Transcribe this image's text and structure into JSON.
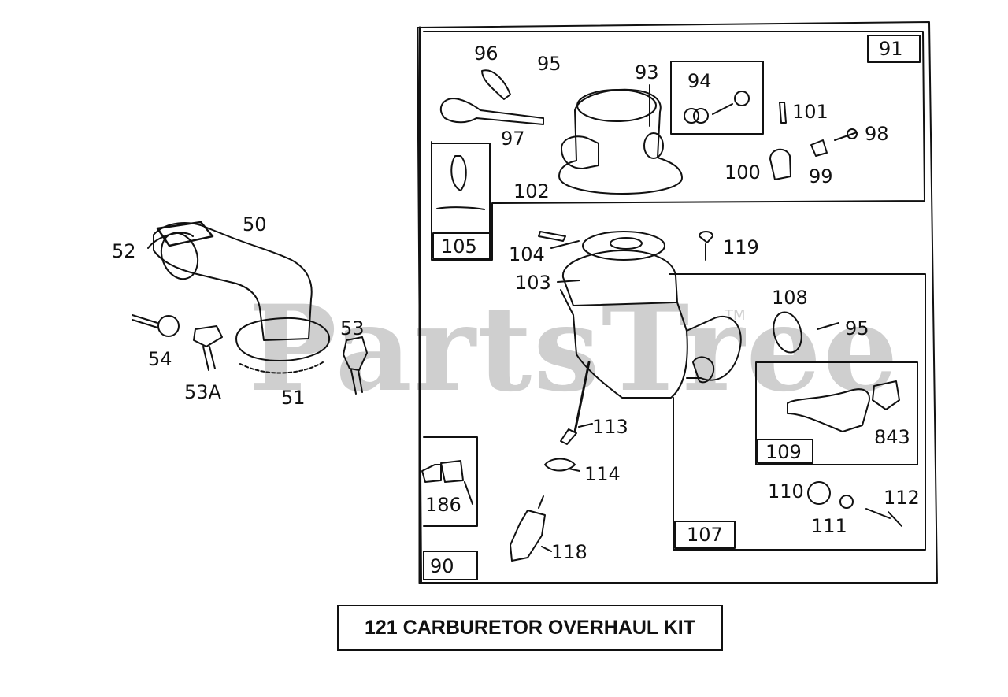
{
  "watermark": {
    "text": "PartsTree",
    "trademark": "TM"
  },
  "kit_title": "121 CARBURETOR OVERHAUL KIT",
  "callouts": {
    "c50": "50",
    "c51": "51",
    "c52": "52",
    "c53": "53",
    "c53a": "53A",
    "c54": "54",
    "c90": "90",
    "c91": "91",
    "c93": "93",
    "c94": "94",
    "c95a": "95",
    "c95b": "95",
    "c96": "96",
    "c97": "97",
    "c98": "98",
    "c99": "99",
    "c100": "100",
    "c101": "101",
    "c102": "102",
    "c103": "103",
    "c104": "104",
    "c105": "105",
    "c107": "107",
    "c108": "108",
    "c109": "109",
    "c110": "110",
    "c111": "111",
    "c112": "112",
    "c113": "113",
    "c114": "114",
    "c118": "118",
    "c119": "119",
    "c186": "186",
    "c843": "843"
  }
}
